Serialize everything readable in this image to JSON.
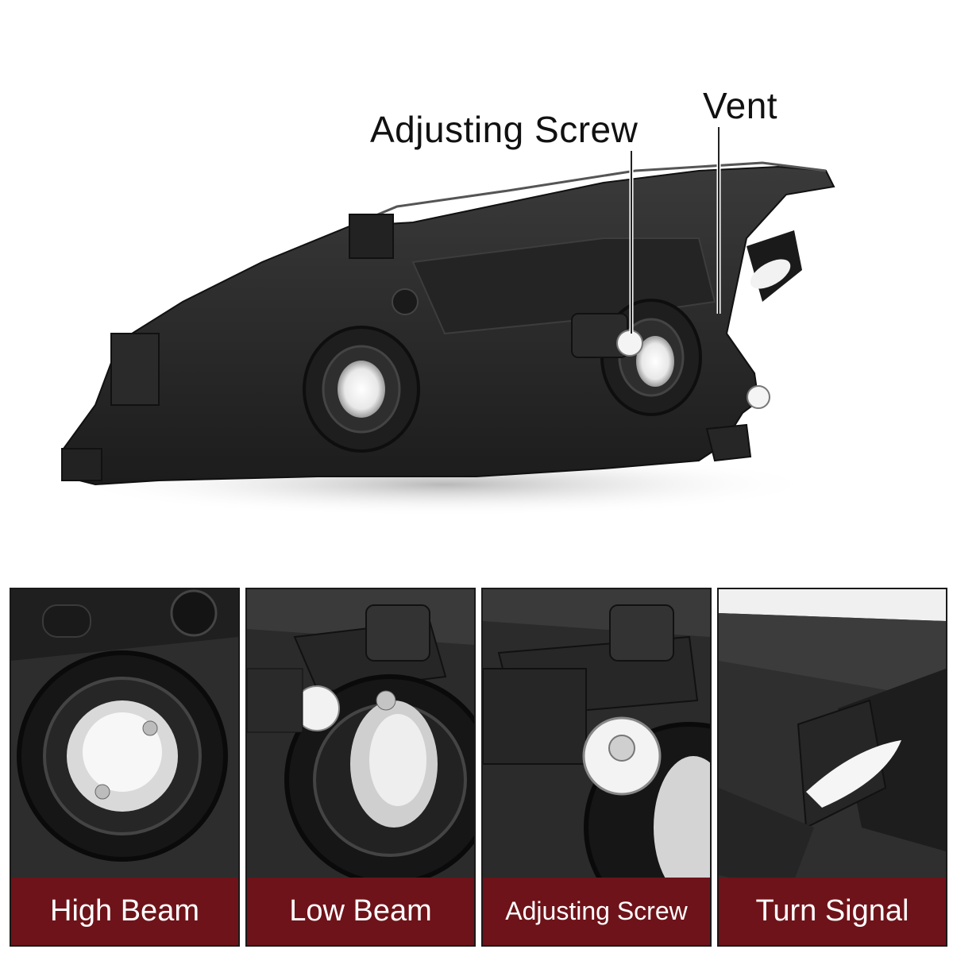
{
  "callouts": {
    "adjusting_screw": "Adjusting Screw",
    "vent": "Vent"
  },
  "panels": [
    {
      "caption": "High Beam"
    },
    {
      "caption": "Low Beam"
    },
    {
      "caption": "Adjusting Screw"
    },
    {
      "caption": "Turn Signal"
    }
  ],
  "colors": {
    "caption_bg": "#6e1319",
    "housing": "#2b2b2b",
    "background": "#ffffff"
  }
}
